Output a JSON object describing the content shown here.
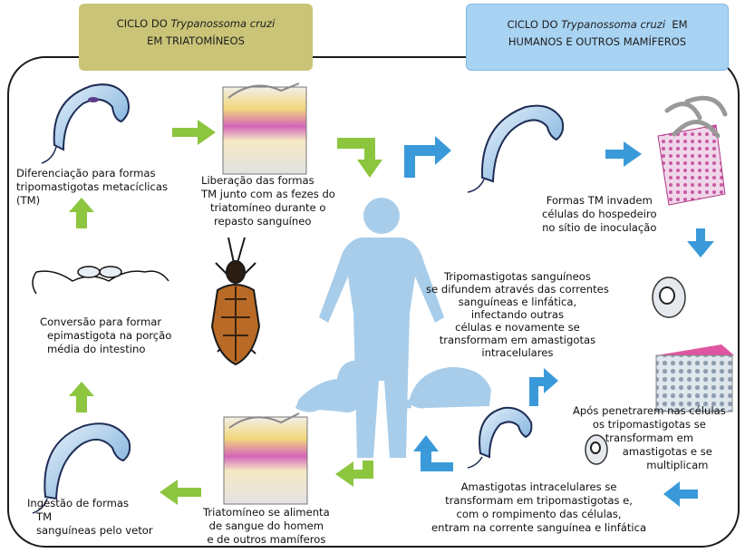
{
  "header_left": {
    "prefix": "CICLO DO ",
    "species": "Trypanossoma cruzi",
    "line2": "EM TRIATOMÍNEOS"
  },
  "header_right": {
    "prefix": "CICLO DO ",
    "species": "Trypanossoma cruzi",
    "suffix": "  EM",
    "line2": "HUMANOS E OUTROS MAMÍFEROS"
  },
  "labels": {
    "diferenciacao": [
      "Diferenciação para formas",
      "tripomastigotas  metacíclicas",
      "(TM)"
    ],
    "liberacao": [
      "Liberação das formas",
      "TM  junto com as fezes do",
      "triatomíneo durante o",
      "repasto sanguíneo"
    ],
    "conversao": [
      "Conversão para formar",
      "epimastigota  na porção",
      "média do intestino"
    ],
    "ingestao": [
      "Ingestão de formas",
      "TM",
      "sanguíneas pelo vetor"
    ],
    "triatomineo_alimenta": [
      "Triatomíneo se alimenta",
      "de sangue do homem",
      "e de outros mamíferos"
    ],
    "formas_tm": [
      "Formas TM invadem",
      "células do hospedeiro",
      "no sítio de inoculação"
    ],
    "tripomastigotas_sanguineos": [
      "Tripomastigotas sanguíneos",
      "se difundem através das correntes",
      "sanguíneas e linfática,",
      "infectando outras",
      "células e novamente se",
      "transformam em amastigotas",
      "intracelulares"
    ],
    "apos_penetrarem": [
      "Após penetrarem nas células",
      "os tripomastigotas  se",
      "transformam   em",
      "amastigotas e se",
      "multiplicam"
    ],
    "amastigotas_intracelulares": [
      "Amastigotas intracelulares se",
      "transformam em tripomastigotas e,",
      "com o  rompimento das células,",
      "entram na corrente sanguínea e linfática"
    ]
  },
  "colors": {
    "green_arrow": "#8cc63f",
    "blue_arrow": "#3a9ad9",
    "silhouette": "#a8cdea",
    "header_left_bg": "#c9c477",
    "header_right_bg": "#a9d3f3",
    "frame": "#1c1c1c",
    "tissue_pink": "#d63a9e",
    "cell_pink": "#e0559f"
  },
  "icons": [
    "trypomastigote-icon",
    "epimastigote-icon",
    "triatomine-bug-icon",
    "human-silhouette-icon",
    "dog-silhouette-icon",
    "armadillo-silhouette-icon",
    "skin-tissue-icon",
    "infected-cell-icon",
    "amastigote-cell-icon"
  ]
}
